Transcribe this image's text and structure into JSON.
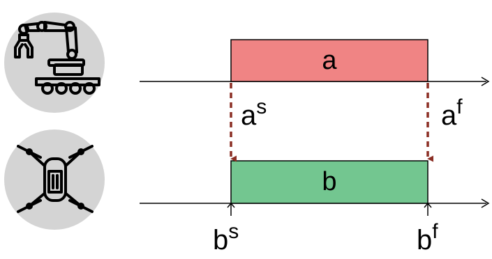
{
  "colors": {
    "task_a_fill": "#f08484",
    "task_b_fill": "#73c690",
    "dependency_arrow": "#8b2e24",
    "icon_circle": "#d4d4d4",
    "line": "#000000"
  },
  "icons": {
    "robot": "robot-arm-vehicle-icon",
    "drone": "quadcopter-drone-icon"
  },
  "tasks": {
    "a": {
      "label": "a",
      "start_base": "a",
      "start_sup": "s",
      "end_base": "a",
      "end_sup": "f"
    },
    "b": {
      "label": "b",
      "start_base": "b",
      "start_sup": "s",
      "end_base": "b",
      "end_sup": "f"
    }
  }
}
